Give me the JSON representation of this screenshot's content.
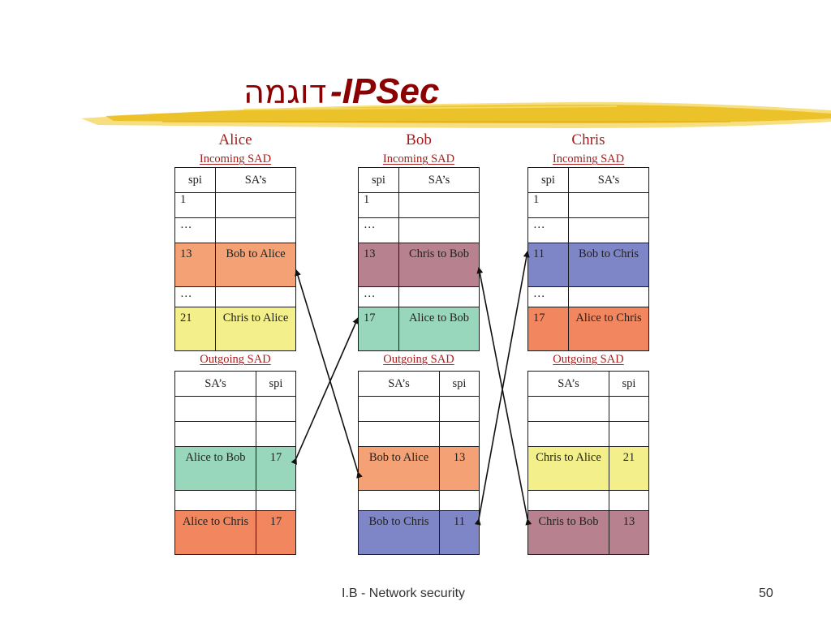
{
  "title": {
    "hebrew": "דוגמה",
    "separator": "-",
    "latin": "IPSec"
  },
  "headers": {
    "spi": "spi",
    "sas": "SA’s"
  },
  "colors": {
    "orange": "#f4a275",
    "yellow": "#f3f08c",
    "mauve": "#b8818f",
    "green": "#99d7bd",
    "blue": "#7f86c8",
    "salmon": "#f2875f"
  },
  "parties": [
    {
      "name": "Alice",
      "incoming_label": "Incoming SAD",
      "outgoing_label": "Outgoing SAD",
      "incoming": [
        {
          "spi": "1",
          "sa": "",
          "color": ""
        },
        {
          "spi": "…",
          "sa": "",
          "color": ""
        },
        {
          "spi": "13",
          "sa": "Bob to Alice",
          "color": "#f4a275"
        },
        {
          "spi": "…",
          "sa": "",
          "color": ""
        },
        {
          "spi": "21",
          "sa": "Chris to Alice",
          "color": "#f3f08c"
        }
      ],
      "outgoing": [
        {
          "sa": "",
          "spi": "",
          "color": ""
        },
        {
          "sa": "",
          "spi": "",
          "color": ""
        },
        {
          "sa": "Alice to Bob",
          "spi": "17",
          "color": "#99d7bd"
        },
        {
          "sa": "",
          "spi": "",
          "color": ""
        },
        {
          "sa": "Alice to Chris",
          "spi": "17",
          "color": "#f2875f"
        }
      ]
    },
    {
      "name": "Bob",
      "incoming_label": "Incoming SAD",
      "outgoing_label": "Outgoing SAD",
      "incoming": [
        {
          "spi": "1",
          "sa": "",
          "color": ""
        },
        {
          "spi": "…",
          "sa": "",
          "color": ""
        },
        {
          "spi": "13",
          "sa": "Chris to Bob",
          "color": "#b8818f"
        },
        {
          "spi": "…",
          "sa": "",
          "color": ""
        },
        {
          "spi": "17",
          "sa": "Alice to Bob",
          "color": "#99d7bd"
        }
      ],
      "outgoing": [
        {
          "sa": "",
          "spi": "",
          "color": ""
        },
        {
          "sa": "",
          "spi": "",
          "color": ""
        },
        {
          "sa": "Bob to Alice",
          "spi": "13",
          "color": "#f4a275"
        },
        {
          "sa": "",
          "spi": "",
          "color": ""
        },
        {
          "sa": "Bob to Chris",
          "spi": "11",
          "color": "#7f86c8"
        }
      ]
    },
    {
      "name": "Chris",
      "incoming_label": "Incoming SAD",
      "outgoing_label": "Outgoing SAD",
      "incoming": [
        {
          "spi": "1",
          "sa": "",
          "color": ""
        },
        {
          "spi": "…",
          "sa": "",
          "color": ""
        },
        {
          "spi": "11",
          "sa": "Bob to Chris",
          "color": "#7f86c8"
        },
        {
          "spi": "…",
          "sa": "",
          "color": ""
        },
        {
          "spi": "17",
          "sa": "Alice to Chris",
          "color": "#f2875f"
        }
      ],
      "outgoing": [
        {
          "sa": "",
          "spi": "",
          "color": ""
        },
        {
          "sa": "",
          "spi": "",
          "color": ""
        },
        {
          "sa": "Chris to Alice",
          "spi": "21",
          "color": "#f3f08c"
        },
        {
          "sa": "",
          "spi": "",
          "color": ""
        },
        {
          "sa": "Chris to Bob",
          "spi": "13",
          "color": "#b8818f"
        }
      ]
    }
  ],
  "footer": {
    "text": "I.B - Network security",
    "page": "50"
  }
}
